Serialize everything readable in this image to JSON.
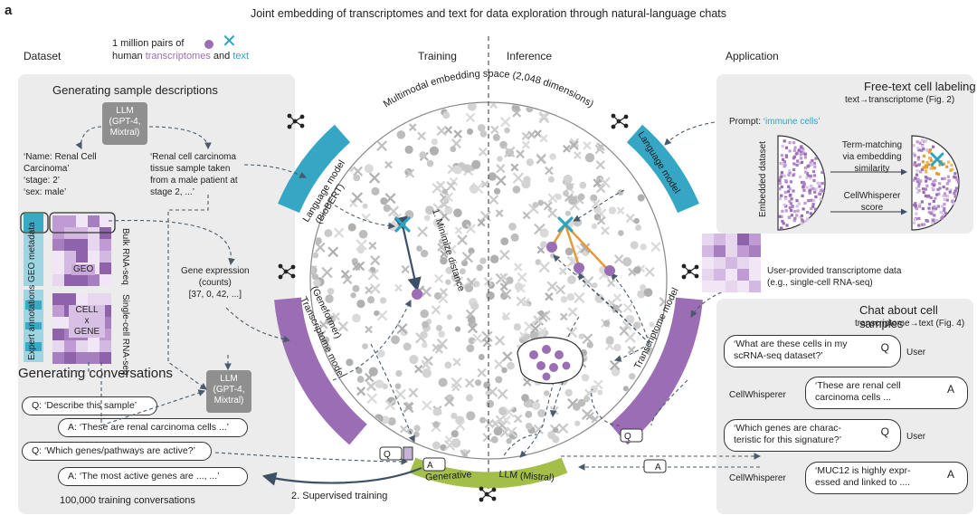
{
  "panel_letter": "a",
  "figure_title": "Joint embedding of transcriptomes and text for data exploration through natural-language chats",
  "sections": {
    "dataset": "Dataset",
    "training": "Training",
    "inference": "Inference",
    "application": "Application"
  },
  "legend": {
    "line1": "1 million pairs of",
    "line2_prefix": "human",
    "transcriptomes": "transcriptomes",
    "and": "and",
    "text": "text"
  },
  "sample_descriptions": {
    "heading": "Generating sample descriptions",
    "llm": [
      "LLM",
      "(GPT-4,",
      "Mixtral)"
    ],
    "metadata_lines": [
      "‘Name:  Renal Cell",
      "             Carcinoma’",
      "‘stage:  2’",
      "‘sex:     male’"
    ],
    "description_lines": [
      "‘Renal cell carcinoma",
      "tissue sample taken",
      "from a male patient at",
      "stage 2, ...’"
    ],
    "geo_metadata": "GEO metadata",
    "expert_annotations": "Expert annotations",
    "geo": "GEO",
    "cell_gene": [
      "CELL",
      "x",
      "GENE"
    ],
    "bulk": "Bulk RNA-seq",
    "single_cell": "Single-cell RNA-seq",
    "gene_expression": [
      "Gene expression",
      "(counts)",
      "[37, 0, 42, ...]"
    ]
  },
  "conversations": {
    "heading": "Generating conversations",
    "llm": [
      "LLM",
      "(GPT-4,",
      "Mixtral)"
    ],
    "messages": [
      "Q: ‘Describe this sample’",
      "A: ‘These are renal carcinoma cells ...’",
      "Q: ‘Which genes/pathways are active?’",
      "A: ‘The most active genes are ..., ...’"
    ],
    "footer": "100,000 training conversations"
  },
  "center": {
    "embedding_space": "Multimodal embedding space (2,048 dimensions)",
    "language_model_train": [
      "Language model",
      "(BioBERT)"
    ],
    "transcriptome_model_train": [
      "Transcriptome model",
      "(Geneformer)"
    ],
    "language_model_inf": "Language model",
    "transcriptome_model_inf": "Transcriptome model",
    "minimize": "1. Minimize distance",
    "generative": "Generative",
    "llm_mistral": "LLM (Mistral)",
    "supervised": "2. Supervised training",
    "q": "Q",
    "a": "A"
  },
  "free_text": {
    "heading": "Free-text cell labeling",
    "subheading": "text→transcriptome (Fig. 2)",
    "prompt_label": "Prompt:",
    "prompt_value": "‘immune cells’",
    "embedded_dataset": "Embedded dataset",
    "term_matching": [
      "Term-matching",
      "via embedding",
      "similarity"
    ],
    "score": [
      "CellWhisperer",
      "score"
    ]
  },
  "user_data": [
    "User-provided transcriptome data",
    "(e.g., single-cell RNA-seq)"
  ],
  "chat": {
    "heading": "Chat about cell samples",
    "subheading": "transcriptome→text (Fig. 4)",
    "user": "User",
    "assistant": "CellWhisperer",
    "q_tag": "Q",
    "a_tag": "A",
    "messages": [
      [
        "‘What are these cells in my",
        "scRNA-seq dataset?’"
      ],
      [
        "‘These are renal cell",
        "carcinoma cells ..."
      ],
      [
        "‘Which genes are charac-",
        "teristic for this signature?’"
      ],
      [
        "‘MUC12 is highly expr-",
        "essed and linked to ...."
      ]
    ]
  },
  "colors": {
    "purple": "#9b6db5",
    "teal": "#2ea3c2",
    "green": "#a3bf4a",
    "orange": "#e49a35",
    "panel_gray": "#ececec",
    "navy": "#3d5068"
  }
}
